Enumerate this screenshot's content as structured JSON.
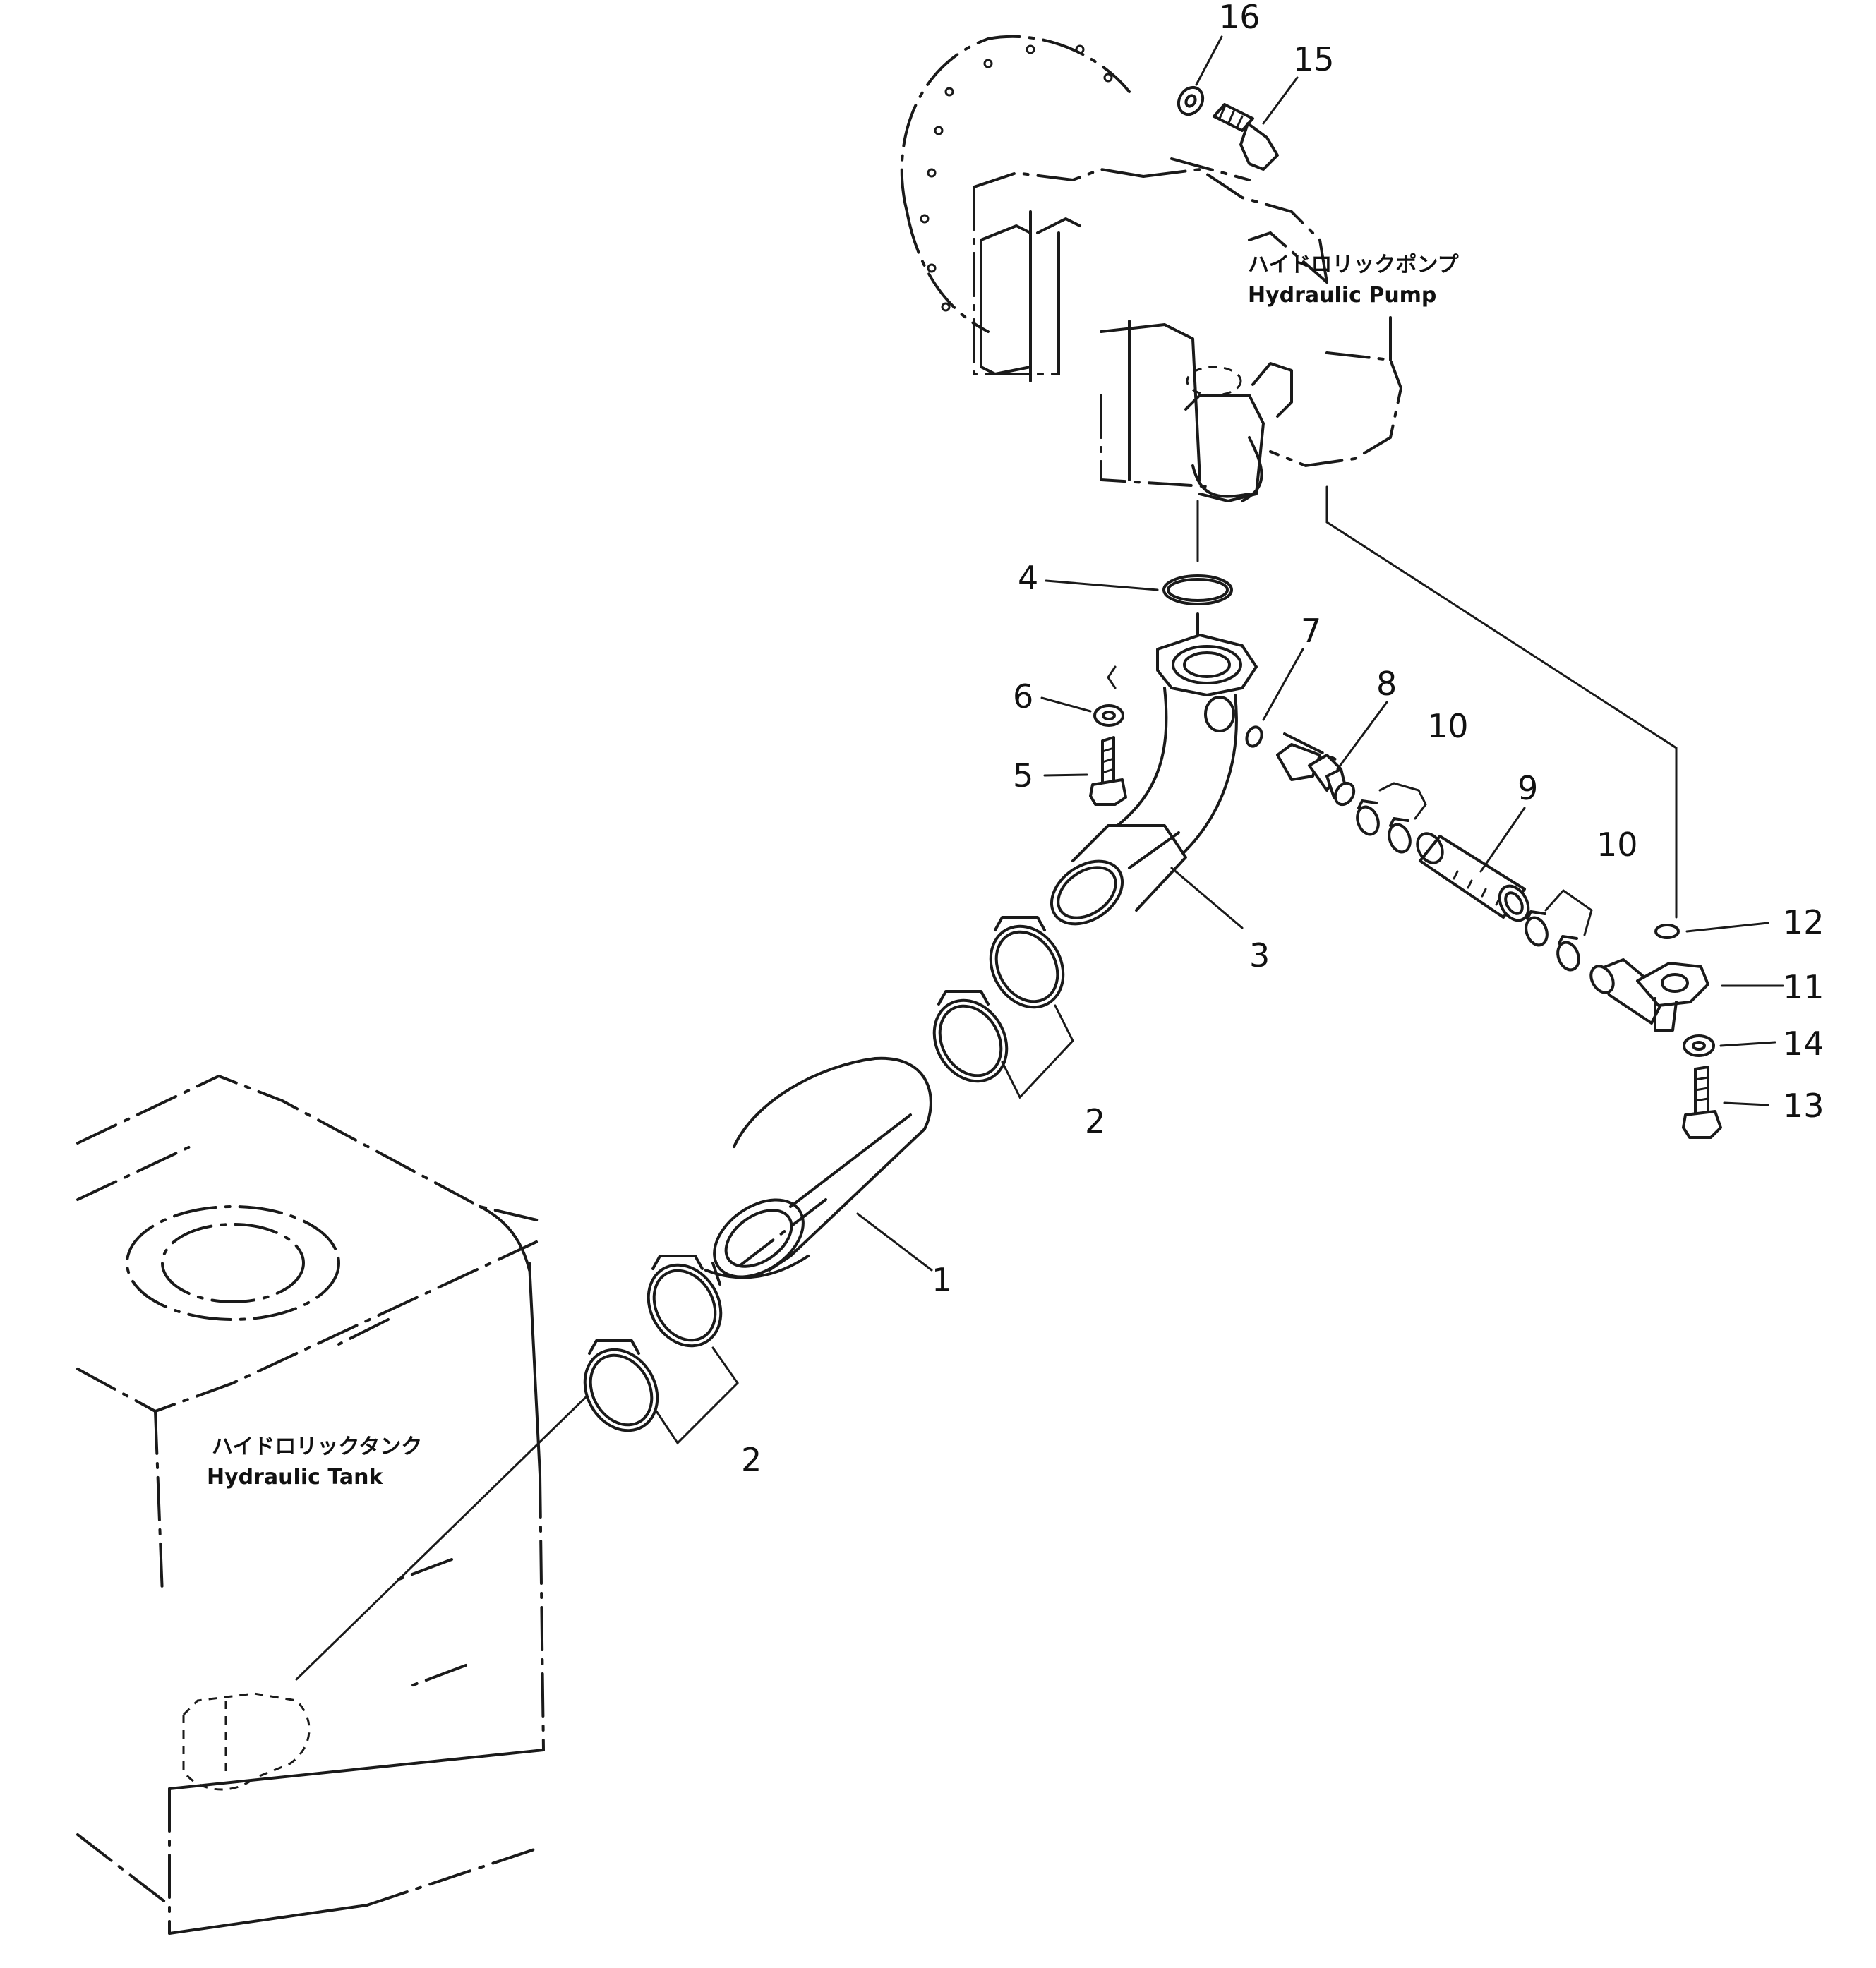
{
  "labels": {
    "pump_jp": "ハイドロリックポンプ",
    "pump_en": "Hydraulic  Pump",
    "tank_jp": "ハイドロリックタンク",
    "tank_en": "Hydraulic  Tank"
  },
  "callouts": {
    "c1": "1",
    "c2a": "2",
    "c2b": "2",
    "c3": "3",
    "c4": "4",
    "c5": "5",
    "c6": "6",
    "c7": "7",
    "c8": "8",
    "c9": "9",
    "c10a": "10",
    "c10b": "10",
    "c11": "11",
    "c12": "12",
    "c13": "13",
    "c14": "14",
    "c15": "15",
    "c16": "16"
  }
}
